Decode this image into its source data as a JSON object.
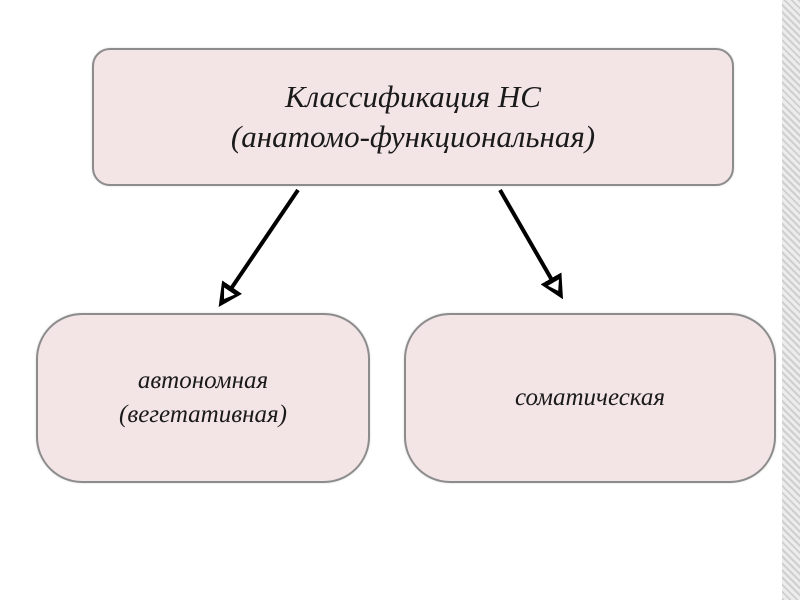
{
  "diagram": {
    "root": {
      "line1": "Классификация НС",
      "line2": "(анатомо-функциональная)"
    },
    "children": [
      {
        "line1": "автономная",
        "line2": "(вегетативная)"
      },
      {
        "line1": "соматическая"
      }
    ]
  },
  "colors": {
    "node_fill": "#f3e4e6",
    "node_border": "#8c8c8c",
    "arrow": "#000000"
  }
}
